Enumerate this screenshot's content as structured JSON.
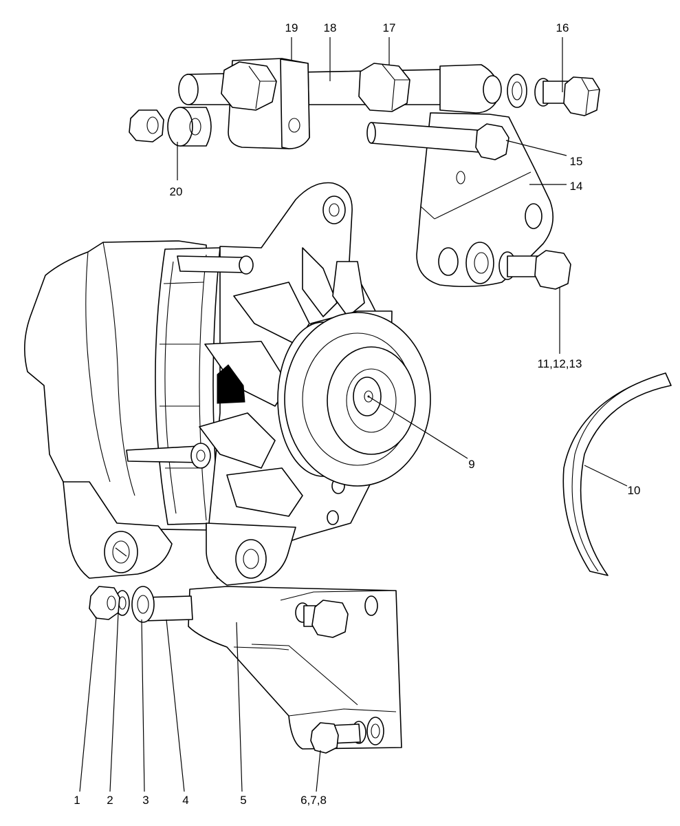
{
  "labels": {
    "p1": "1",
    "p2": "2",
    "p3": "3",
    "p4": "4",
    "p5": "5",
    "p678": "6,7,8",
    "p9": "9",
    "p10": "10",
    "p111213": "11,12,13",
    "p14": "14",
    "p15": "15",
    "p16": "16",
    "p17": "17",
    "p18": "18",
    "p19": "19",
    "p20": "20"
  }
}
